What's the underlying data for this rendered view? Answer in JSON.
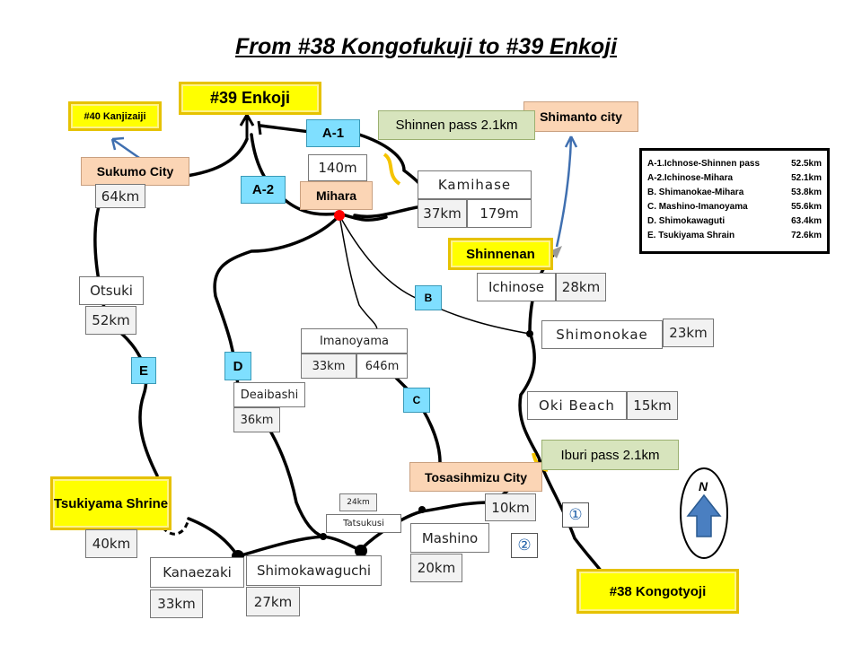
{
  "title": "From  #38 Kongofukuji   to   #39 Enkoji",
  "temples": {
    "t39": "#39   Enkoji",
    "t40": "#40 Kanjizaiji",
    "t38": "#38  Kongotyoji",
    "tsukiyama": "Tsukiyama Shrine",
    "shinnenan": "Shinnenan"
  },
  "cities": {
    "sukumo": "Sukumo City",
    "mihara": "Mihara",
    "shimanto": "Shimanto  city",
    "tosashimizu": "Tosasihmizu City"
  },
  "passes": {
    "shinnen": "Shinnen pass  2.1km",
    "iburi": "Iburi pass  2.1km"
  },
  "routes": {
    "a1": "A-1",
    "a2": "A-2",
    "b": "B",
    "c": "C",
    "d": "D",
    "e": "E"
  },
  "places": {
    "kamihase": "Kamihase",
    "kamihase_km": "37km",
    "kamihase_alt": "179m",
    "mihara_alt": "140m",
    "sukumo_km": "64km",
    "otsuki": "Otsuki",
    "otsuki_km": "52km",
    "ichinose": "Ichinose",
    "ichinose_km": "28km",
    "shimonokae": "Shimonokae",
    "shimonokae_km": "23km",
    "imanoyama": "Imanoyama",
    "imanoyama_km": "33km",
    "imanoyama_alt": "646m",
    "deaibashi": "Deaibashi",
    "deaibashi_km": "36km",
    "oki": "Oki  Beach",
    "oki_km": "15km",
    "tatsukusi": "Tatsukusi",
    "tatsukusi_km": "24km",
    "mashino": "Mashino",
    "mashino_km": "20km",
    "tosa_km": "10km",
    "kanaezaki": "Kanaezaki",
    "kanaezaki_km": "33km",
    "shimokawaguchi": "Shimokawaguchi",
    "shimokawaguchi_km": "27km",
    "tsukiyama_km": "40km"
  },
  "markers": {
    "one": "①",
    "two": "②",
    "north": "N"
  },
  "legend": [
    {
      "name": "A-1.Ichnose-Shinnen  pass",
      "dist": "52.5km"
    },
    {
      "name": "A-2.Ichinose-Mihara",
      "dist": "52.1km"
    },
    {
      "name": "B.    Shimanokae-Mihara",
      "dist": "53.8km"
    },
    {
      "name": "C.    Mashino-Imanoyama",
      "dist": "55.6km"
    },
    {
      "name": "D.    Shimokawaguti",
      "dist": "63.4km"
    },
    {
      "name": "E.   Tsukiyama  Shrain",
      "dist": "72.6km"
    }
  ],
  "colors": {
    "yellow": "#ffff00",
    "orange": "#fbd5b5",
    "green": "#d7e4bd",
    "cyan": "#7fdfff",
    "arrow": "#3f6fb0"
  }
}
